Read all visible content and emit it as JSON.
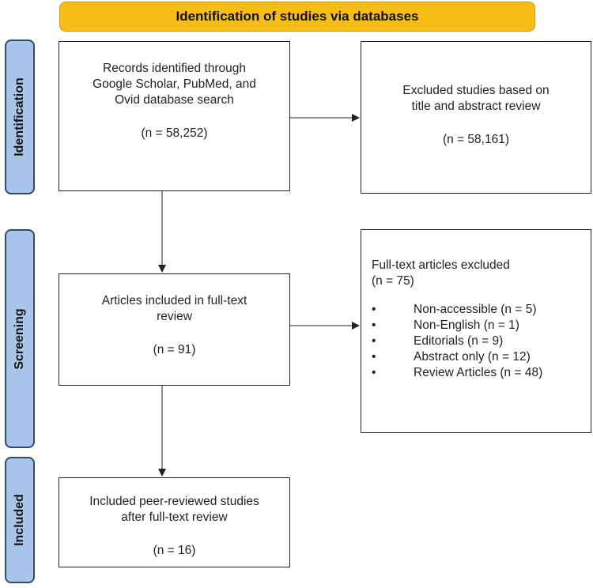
{
  "header": {
    "title": "Identification of studies via databases"
  },
  "stages": {
    "identification": "Identification",
    "screening": "Screening",
    "included": "Included"
  },
  "boxes": {
    "records": {
      "text": "Records identified through\nGoogle Scholar, PubMed, and\nOvid database search",
      "count": "(n = 58,252)"
    },
    "excluded_title": {
      "text": "Excluded studies based on\ntitle and abstract review",
      "count": "(n = 58,161)"
    },
    "full_text_review": {
      "text": "Articles included in full-text\nreview",
      "count": "(n = 91)"
    },
    "full_text_excluded": {
      "title": "Full-text articles excluded",
      "count": "(n = 75)",
      "reasons": [
        "Non-accessible (n = 5)",
        "Non-English (n = 1)",
        "Editorials (n = 9)",
        "Abstract only (n = 12)",
        "Review Articles (n = 48)"
      ]
    },
    "included_studies": {
      "text": "Included peer-reviewed studies\nafter full-text review",
      "count": "(n = 16)"
    }
  }
}
